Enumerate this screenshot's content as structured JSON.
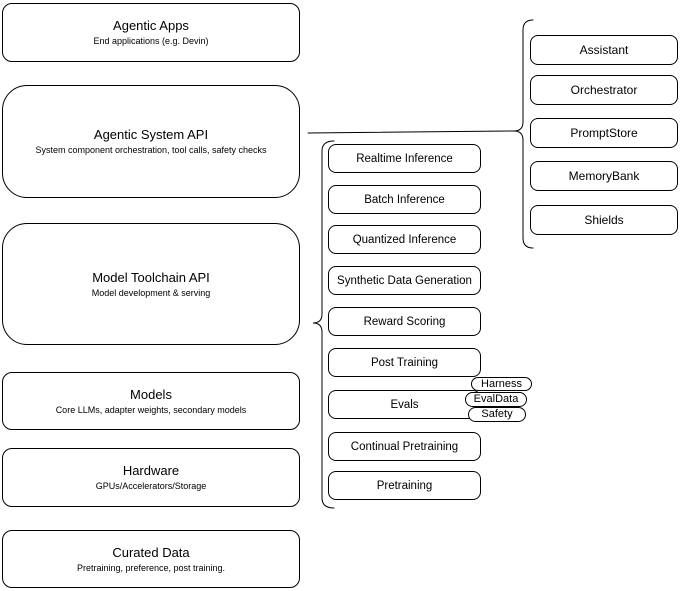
{
  "left_column": [
    {
      "title": "Agentic Apps",
      "subtitle": "End applications (e.g. Devin)"
    },
    {
      "title": "Agentic System API",
      "subtitle": "System component orchestration, tool calls, safety checks"
    },
    {
      "title": "Model Toolchain API",
      "subtitle": "Model development & serving"
    },
    {
      "title": "Models",
      "subtitle": "Core LLMs, adapter weights, secondary models"
    },
    {
      "title": "Hardware",
      "subtitle": "GPUs/Accelerators/Storage"
    },
    {
      "title": "Curated Data",
      "subtitle": "Pretraining, preference, post training."
    }
  ],
  "toolchain_items": [
    "Realtime Inference",
    "Batch Inference",
    "Quantized Inference",
    "Synthetic Data Generation",
    "Reward Scoring",
    "Post Training",
    "Evals",
    "Continual Pretraining",
    "Pretraining"
  ],
  "eval_tags": [
    "Harness",
    "EvalData",
    "Safety"
  ],
  "system_components": [
    "Assistant",
    "Orchestrator",
    "PromptStore",
    "MemoryBank",
    "Shields"
  ],
  "colors": {
    "stroke": "#000000",
    "fill": "#ffffff",
    "text": "#000000",
    "background": "#ffffff"
  }
}
